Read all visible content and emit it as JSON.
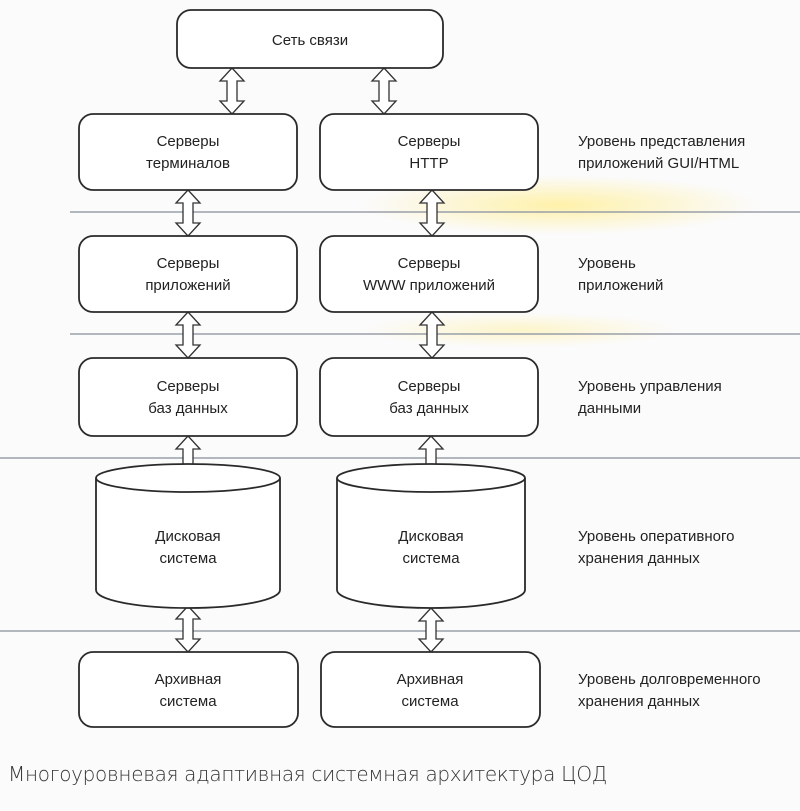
{
  "top": {
    "line1": "Сеть связи"
  },
  "rows": [
    {
      "left": [
        "Серверы",
        "терминалов"
      ],
      "right": [
        "Серверы",
        "HTTP"
      ],
      "label": [
        "Уровень представления",
        "приложений GUI/HTML"
      ]
    },
    {
      "left": [
        "Серверы",
        "приложений"
      ],
      "right": [
        "Серверы",
        "WWW приложений"
      ],
      "label": [
        "Уровень",
        "приложений"
      ]
    },
    {
      "left": [
        "Серверы",
        "баз данных"
      ],
      "right": [
        "Серверы",
        "баз данных"
      ],
      "label": [
        "Уровень управления",
        "данными"
      ]
    },
    {
      "left": [
        "Дисковая",
        "система"
      ],
      "right": [
        "Дисковая",
        "система"
      ],
      "label": [
        "Уровень оперативного",
        "хранения данных"
      ]
    },
    {
      "left": [
        "Архивная",
        "система"
      ],
      "right": [
        "Архивная",
        "система"
      ],
      "label": [
        "Уровень долговременного",
        "хранения данных"
      ]
    }
  ],
  "caption": "Многоуровневая адаптивная системная архитектура ЦОД",
  "colors": {
    "stroke": "#2a2a2a",
    "separator": "#9a9fa8",
    "highlight": "#fff3b0"
  }
}
